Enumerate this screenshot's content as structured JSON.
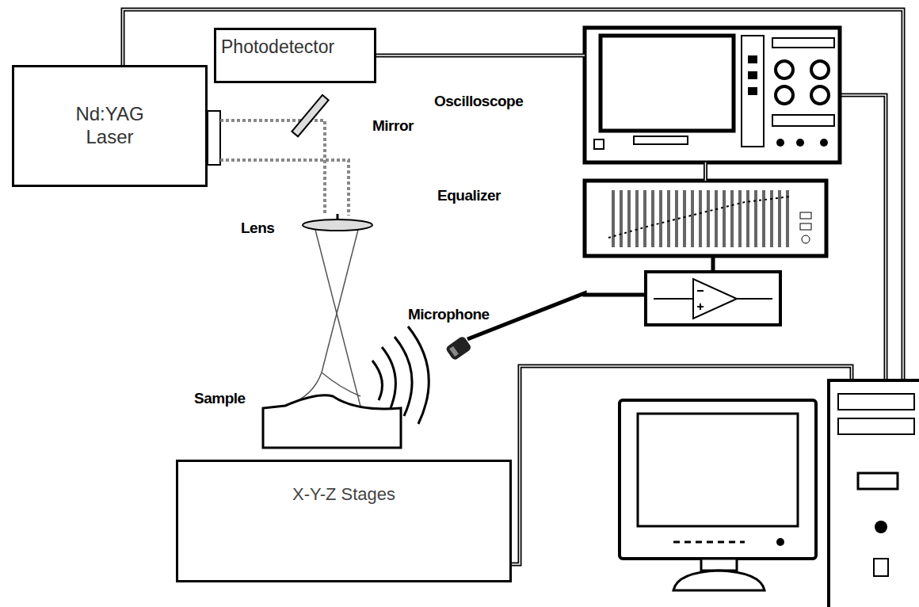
{
  "diagram": {
    "nodes": [
      {
        "text": [
          "Nd:YAG Laser"
        ]
      },
      {
        "text": [
          "Photodetector"
        ]
      },
      {
        "text": [
          "Oscilloscope"
        ]
      },
      {
        "text": [
          "Equalizer"
        ]
      },
      {
        "text": [
          "X-Y-Z Stages"
        ]
      }
    ],
    "edges": [
      {
        "from": 1,
        "to": 2,
        "arrow": "none"
      },
      {
        "from": 2,
        "to": 3,
        "arrow": "none"
      }
    ],
    "labels": [
      "Mirror",
      "Lens",
      "Microphone",
      "Sample"
    ]
  }
}
